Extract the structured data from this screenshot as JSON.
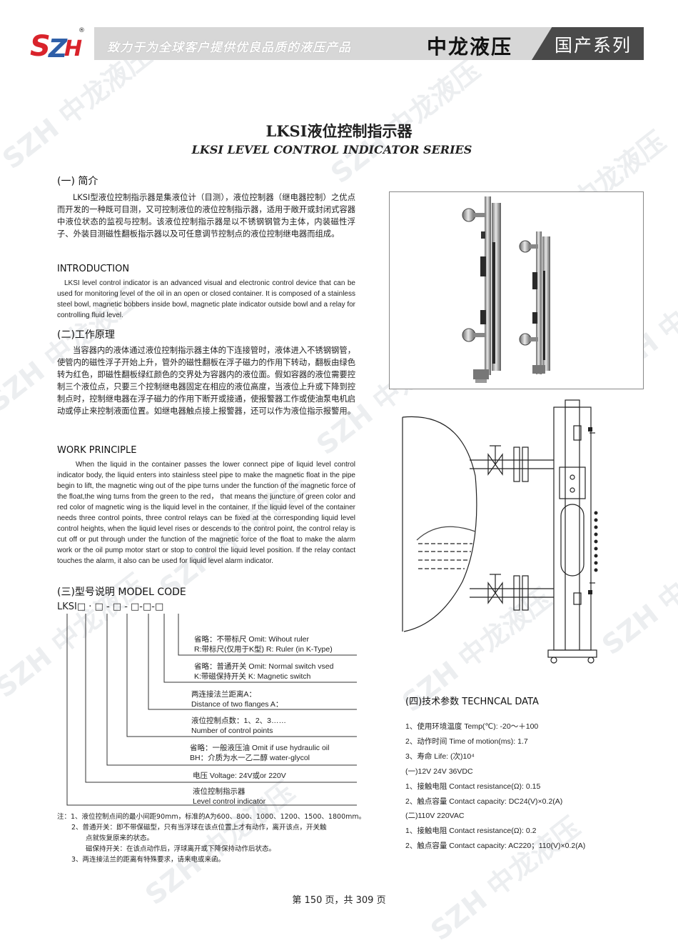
{
  "header": {
    "logo_text": "SZH",
    "registered": "®",
    "slogan": "致力于为全球客户提供优良品质的液压产品",
    "brand": "中龙液压",
    "series": "国产系列"
  },
  "title": {
    "cn": "LKSI液位控制指示器",
    "en": "LKSI LEVEL CONTROL INDICATOR SERIES"
  },
  "section1": {
    "heading": "(一) 简介",
    "body": "LKSI型液位控制指示器是集液位计（目测），液位控制器（继电器控制）之优点而开发的一种既可目测，又可控制液位的液位控制指示器，适用于敞开或封闭式容器中液位状态的监视与控制。该液位控制指示器是以不锈钢钢管为主体，内装磁性浮子、外装目测磁性翻板指示器以及可任意调节控制点的液位控制继电器而组成。"
  },
  "intro": {
    "heading": "INTRODUCTION",
    "body": "LKSI level control indicator is an advanced visual and electronic control device that can be used for monitoring level of the oil in an open or closed container. It is composed of a stainless steel bowl, magnetic bobbers inside bowl, magnetic plate indicator outside bowl and a relay for controlling fluid level."
  },
  "section2": {
    "heading": "(二)工作原理",
    "body": "当容器内的液体通过液位控制指示器主体的下连接管时，液体进入不锈钢钢管，使管内的磁性浮子开始上升，管外的磁性翻板在浮子磁力的作用下转动，翻板由绿色转为红色，即磁性翻板绿红颜色的交界处为容器内的液位面。假如容器的液位需要控制三个液位点，只要三个控制继电器固定在相应的液位高度，当液位上升或下降到控制点时，控制继电器在浮子磁力的作用下断开或接通，使报警器工作或使油泵电机启动或停止来控制液面位置。如继电器触点接上报警器，还可以作为液位指示报警用。"
  },
  "work": {
    "heading": "WORK PRINCIPLE",
    "body": "When the liquid in the container passes the lower connect pipe of liquid level control indicator body, the liquid enters into stainless steel pipe to make the magnetic float in the pipe begin to lift, the magnetic wing out of the pipe turns under the function of the magnetic force of the float,the wing turns from the green to the red， that means the juncture of green color and red color of magnetic wing is the liquid level in the container. If the liquid level of the container needs three control points, three control relays can be fixed at the corresponding liquid level control heights, when the liquid level rises or descends to the control point, the control relay is cut off or put through under the function of the magnetic force of the float to make the alarm work or the oil pump motor start or stop to control the liquid level position. If the relay contact touches the alarm, it also can be used for liquid level alarm indicator."
  },
  "model": {
    "heading": "(三)型号说明 MODEL CODE",
    "code_prefix": "LKSI",
    "code_rest": "□ · □ - □ - □-□-□",
    "rows": [
      {
        "l1": "省略：不带标尺  Omit: Wihout ruler",
        "l2": "R:带标尺(仅用于K型)  R: Ruler (in K-Type)"
      },
      {
        "l1": "省略：普通开关  Omit: Normal switch vsed",
        "l2": "K:带磁保持开关  K: Magnetic switch"
      },
      {
        "l1": "两连接法兰距离A：",
        "l2": "Distance of two flanges A："
      },
      {
        "l1": "液位控制点数：1、2、3……",
        "l2": "Number of control points"
      },
      {
        "l1": "省略：一般液压油  Omit if use hydraulic oil",
        "l2": "BH：介质为水一乙二醇  water-glycol"
      },
      {
        "l1": "电压  Voltage: 24V或or 220V",
        "l2": ""
      },
      {
        "l1": "液位控制指示器",
        "l2": "Level control indicator"
      }
    ]
  },
  "notes": [
    "注：1、液位控制点间的最小间距90mm，标准的A为600、800、1000、1200、1500、1800mm。",
    "2、普通开关：即不带保磁型，只有当浮球在该点位置上才有动作，离开该点，开关触",
    "点就恢复原来的状态。",
    "磁保持开关：在该点动作后，浮球离开或下降保持动作后状态。",
    "3、两连接法兰的距离有特殊要求，请来电或来函。"
  ],
  "tech": {
    "heading": "(四)技术参数 TECHNCAL DATA",
    "lines": [
      "1、使用环境温度 Temp(℃): -20～＋100",
      "2、动作时间 Time of motion(ms): 1.7",
      "3、寿命 Life: (次)10⁴",
      "(一)12V 24V 36VDC",
      "1、接触电阻 Contact resistance(Ω): 0.15",
      "2、触点容量 Contact capacity: DC24(V)×0.2(A)",
      "(二)110V 220VAC",
      "1、接触电阻 Contact resistance(Ω): 0.2",
      "2、触点容量 Contact capacity: AC220；110(V)×0.2(A)"
    ]
  },
  "footer": {
    "page": "第 150 页，共 309 页"
  },
  "watermark": "SZH 中龙液压",
  "colors": {
    "header_bar": "#d7d7d7",
    "series_bg": "#4a4a4a",
    "logo_red": "#d9232b",
    "logo_blue": "#2f5fa8"
  }
}
